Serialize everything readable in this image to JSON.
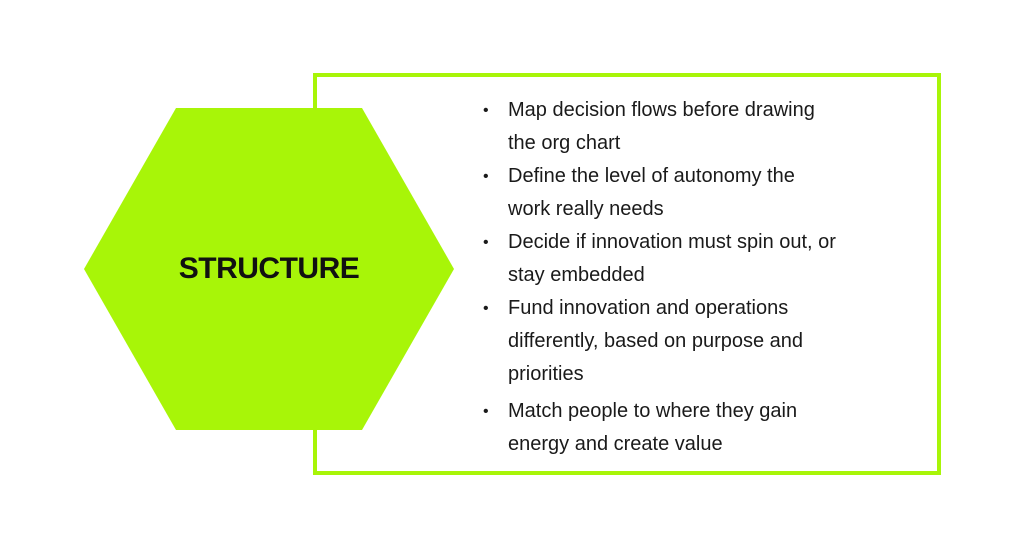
{
  "colors": {
    "accent": "#a8f508",
    "text": "#1a1a1a",
    "label": "#111111"
  },
  "hexagon": {
    "label": "STRUCTURE"
  },
  "bullets": [
    {
      "line1": "Map decision flows before drawing",
      "line2": "the org chart"
    },
    {
      "line1": "Define the level of autonomy the",
      "line2": "work really needs"
    },
    {
      "line1": "Decide if innovation must spin out, or",
      "line2": "stay embedded"
    },
    {
      "line1": "Fund innovation and operations",
      "line2": "differently, based on purpose and",
      "line3": "priorities"
    },
    {
      "line1": "Match people to where they gain",
      "line2": "energy and create value"
    }
  ]
}
